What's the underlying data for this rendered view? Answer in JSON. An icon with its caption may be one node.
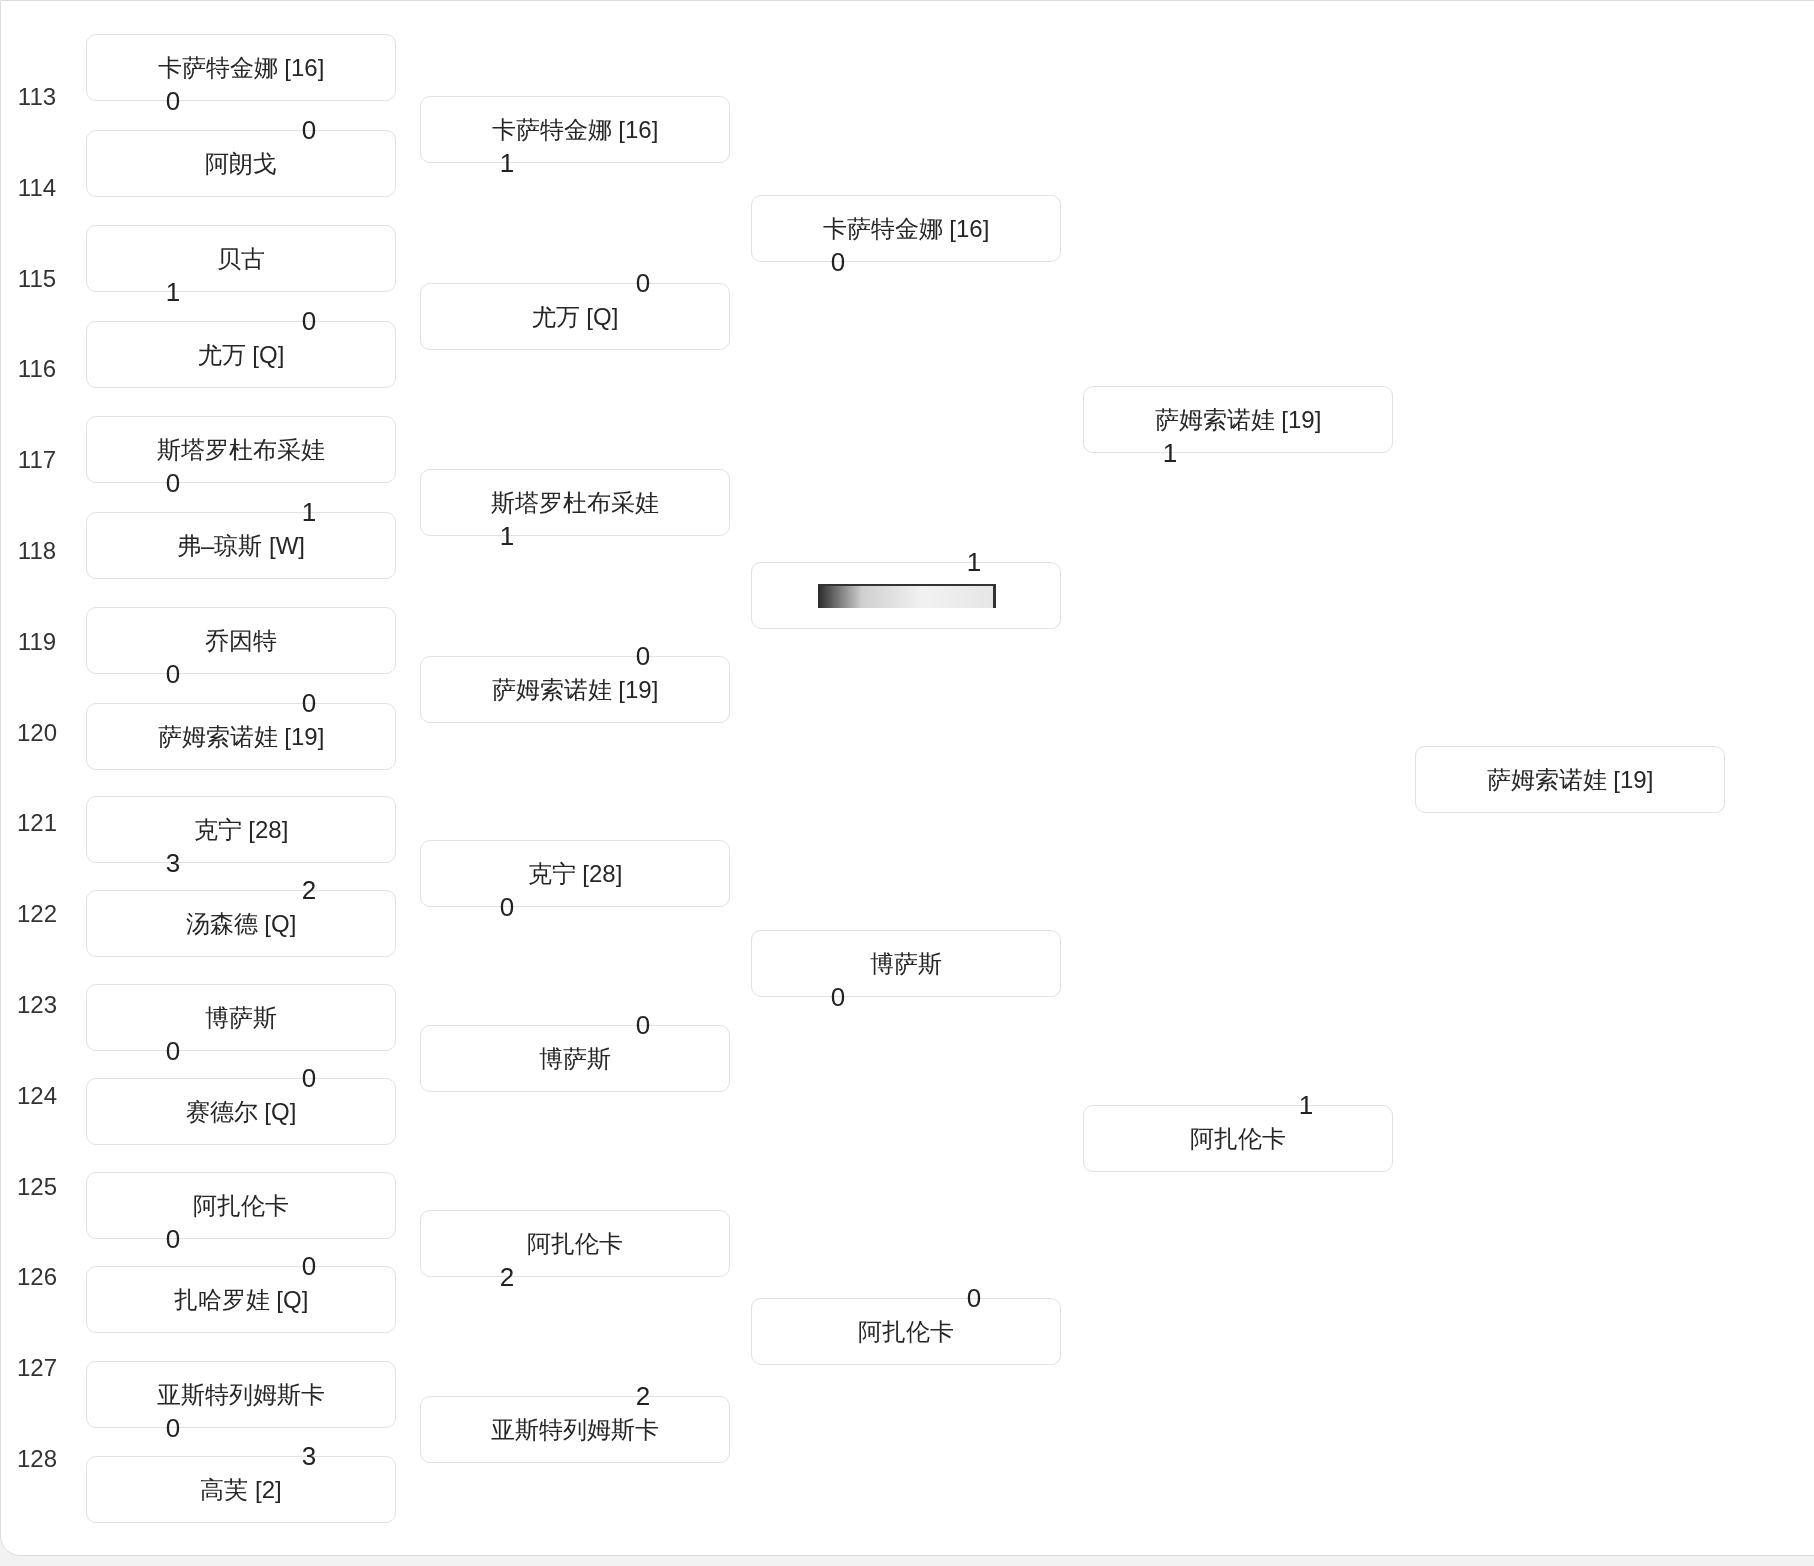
{
  "diagram": {
    "nodes": [
      {
        "text": [
          "卡萨特金娜 [16]"
        ],
        "beside": [
          "0"
        ]
      },
      {
        "text": [
          "阿朗戈"
        ],
        "beside": [
          "0"
        ]
      },
      {
        "text": [
          "贝古"
        ],
        "beside": [
          "1"
        ]
      },
      {
        "text": [
          "尤万 [Q]"
        ],
        "beside": [
          "0"
        ]
      },
      {
        "text": [
          "斯塔罗杜布采娃"
        ],
        "beside": [
          "0"
        ]
      },
      {
        "text": [
          "弗–琼斯 [W]"
        ],
        "beside": [
          "1"
        ]
      },
      {
        "text": [
          "乔因特"
        ],
        "beside": [
          "0"
        ]
      },
      {
        "text": [
          "萨姆索诺娃 [19]"
        ],
        "beside": [
          "0"
        ]
      },
      {
        "text": [
          "克宁 [28]"
        ],
        "beside": [
          "3"
        ]
      },
      {
        "text": [
          "汤森德 [Q]"
        ],
        "beside": [
          "2"
        ]
      },
      {
        "text": [
          "博萨斯"
        ],
        "beside": [
          "0"
        ]
      },
      {
        "text": [
          "赛德尔 [Q]"
        ],
        "beside": [
          "0"
        ]
      },
      {
        "text": [
          "阿扎伦卡"
        ],
        "beside": [
          "0"
        ]
      },
      {
        "text": [
          "扎哈罗娃 [Q]"
        ],
        "beside": [
          "0"
        ]
      },
      {
        "text": [
          "亚斯特列姆斯卡"
        ],
        "beside": [
          "0"
        ]
      },
      {
        "text": [
          "高芙 [2]"
        ],
        "beside": [
          "3"
        ]
      },
      {
        "text": [
          "卡萨特金娜 [16]"
        ],
        "beside": [
          "1"
        ]
      },
      {
        "text": [
          "尤万 [Q]"
        ],
        "beside": [
          "0"
        ]
      },
      {
        "text": [
          "斯塔罗杜布采娃"
        ],
        "beside": [
          "1"
        ]
      },
      {
        "text": [
          "萨姆索诺娃 [19]"
        ],
        "beside": [
          "0"
        ]
      },
      {
        "text": [
          "克宁 [28]"
        ],
        "beside": [
          "0"
        ]
      },
      {
        "text": [
          "博萨斯"
        ],
        "beside": [
          "0"
        ]
      },
      {
        "text": [
          "阿扎伦卡"
        ],
        "beside": [
          "2"
        ]
      },
      {
        "text": [
          "亚斯特列姆斯卡"
        ],
        "beside": [
          "2"
        ]
      },
      {
        "text": [
          "卡萨特金娜 [16]"
        ],
        "beside": [
          "0"
        ]
      },
      {
        "text": [],
        "shape": "picture",
        "beside": [
          "1"
        ]
      },
      {
        "text": [
          "博萨斯"
        ],
        "beside": [
          "0"
        ]
      },
      {
        "text": [
          "阿扎伦卡"
        ],
        "beside": [
          "0"
        ]
      },
      {
        "text": [
          "萨姆索诺娃 [19]"
        ],
        "beside": [
          "1"
        ]
      },
      {
        "text": [
          "阿扎伦卡"
        ],
        "beside": [
          "1"
        ]
      },
      {
        "text": [
          "萨姆索诺娃 [19]"
        ]
      }
    ],
    "labels": [
      "113",
      "114",
      "115",
      "116",
      "117",
      "118",
      "119",
      "120",
      "121",
      "122",
      "123",
      "124",
      "125",
      "126",
      "127",
      "128"
    ]
  }
}
